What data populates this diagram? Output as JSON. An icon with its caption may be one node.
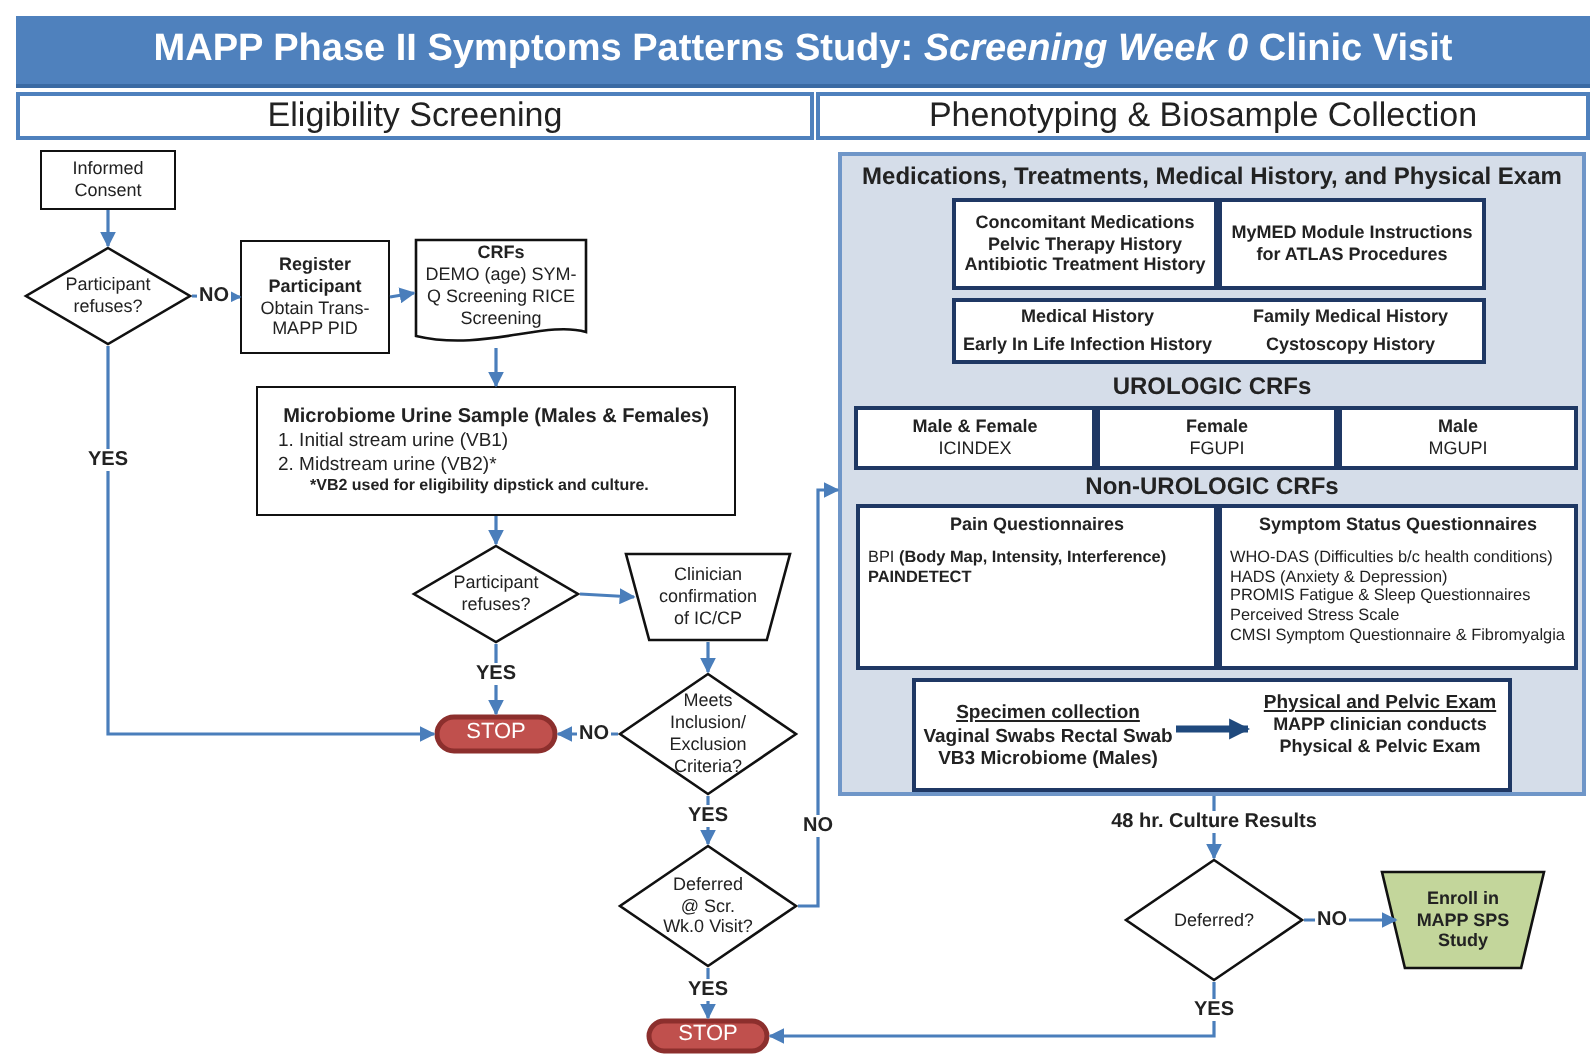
{
  "diagram": {
    "title": "MAPP Phase II Symptoms Patterns Study: *Screening Week 0* Clinic Visit",
    "nodes": [
      {
        "text": [
          "Informed Consent"
        ]
      },
      {
        "text": [
          "Participant refuses?"
        ]
      },
      {
        "text": [
          "Register Participant",
          "Obtain Trans-MAPP PID"
        ]
      },
      {
        "text": [
          "CRFs",
          "DEMO (age) SYM-Q Screening RICE Screening"
        ]
      },
      {
        "text": [
          "Microbiome Urine Sample (Males & Females)",
          "1. Initial stream urine (VB1)",
          "2. Midstream urine (VB2)*",
          "*VB2 used for eligibility dipstick and culture."
        ]
      },
      {
        "text": [
          "Participant refuses?"
        ]
      },
      {
        "text": [
          "Clinician confirmation of IC/CP"
        ]
      },
      {
        "text": [
          "STOP"
        ]
      },
      {
        "text": [
          "Meets Inclusion/ Exclusion Criteria?"
        ]
      },
      {
        "text": [
          "Deferred @ Scr. Wk.0 Visit?"
        ]
      },
      {
        "text": [
          "STOP"
        ]
      },
      {
        "text": [
          "Medications, Treatments, Medical History, and Physical Exam",
          "UROLOGIC CRFs",
          "Non-UROLOGIC CRFs"
        ]
      },
      {
        "text": [
          "Concomitant Medications",
          "Pelvic Therapy History",
          "Antibiotic Treatment History"
        ],
        "in": 11
      },
      {
        "text": [
          "MyMED Module Instructions for ATLAS Procedures"
        ],
        "in": 11
      },
      {
        "text": [
          "Medical History",
          "Family Medical History",
          "Early In Life Infection History",
          "Cystoscopy History"
        ],
        "in": 11
      },
      {
        "text": [
          "Male & Female",
          "ICINDEX"
        ],
        "in": 11
      },
      {
        "text": [
          "Female",
          "FGUPI"
        ],
        "in": 11
      },
      {
        "text": [
          "Male",
          "MGUPI"
        ],
        "in": 11
      },
      {
        "text": [
          "Pain Questionnaires",
          "BPI **(Body Map, Intensity, Interference)**",
          "PAINDETECT"
        ],
        "in": 11
      },
      {
        "text": [
          "Symptom Status Questionnaires",
          "WHO-DAS (Difficulties b/c health conditions)",
          "HADS (Anxiety & Depression)",
          "PROMIS Fatigue & Sleep Questionnaires",
          "Perceived Stress Scale",
          "CMSI Symptom Questionnaire & Fibromyalgia"
        ],
        "in": 11
      },
      {
        "text": [],
        "shape": "box",
        "in": 11
      },
      {
        "text": [
          "Specimen collection",
          "Vaginal Swabs Rectal Swab VB3 Microbiome (Males)"
        ],
        "in": 20
      },
      {
        "text": [
          "Physical and Pelvic Exam",
          "MAPP clinician conducts Physical & Pelvic Exam"
        ],
        "in": 20
      },
      {
        "text": [
          "Deferred?"
        ]
      },
      {
        "text": [
          "Enroll in MAPP SPS Study"
        ]
      }
    ],
    "edges": [
      {
        "from": 0,
        "to": 1,
        "arrow": "to"
      },
      {
        "from": 1,
        "to": 2,
        "label": "NO",
        "arrow": "to"
      },
      {
        "from": 1,
        "to": 7,
        "label": "YES",
        "arrow": "to"
      },
      {
        "from": 2,
        "to": 3,
        "arrow": "to"
      },
      {
        "from": 3,
        "to": 4,
        "arrow": "to"
      },
      {
        "from": 4,
        "to": 5,
        "arrow": "to"
      },
      {
        "from": 5,
        "to": 6,
        "arrow": "to"
      },
      {
        "from": 5,
        "to": 7,
        "label": "YES",
        "arrow": "to"
      },
      {
        "from": 6,
        "to": 8,
        "arrow": "to"
      },
      {
        "from": 8,
        "to": 7,
        "label": "NO",
        "arrow": "to"
      },
      {
        "from": 8,
        "to": 9,
        "label": "YES",
        "arrow": "to"
      },
      {
        "from": 9,
        "to": 11,
        "label": "NO",
        "arrow": "to"
      },
      {
        "from": 9,
        "to": 10,
        "label": "YES",
        "arrow": "to"
      },
      {
        "from": 11,
        "to": 23,
        "label": "48 hr. Culture Results",
        "arrow": "to"
      },
      {
        "from": 23,
        "to": 24,
        "label": "NO",
        "arrow": "to"
      },
      {
        "from": 23,
        "to": 10,
        "label": "YES",
        "arrow": "to"
      },
      {
        "from": 21,
        "to": 22,
        "arrow": "to",
        "style": "thick",
        "color": "#1f497d"
      }
    ],
    "labels": [
      "Eligibility Screening",
      "Phenotyping & Biosample Collection"
    ]
  }
}
